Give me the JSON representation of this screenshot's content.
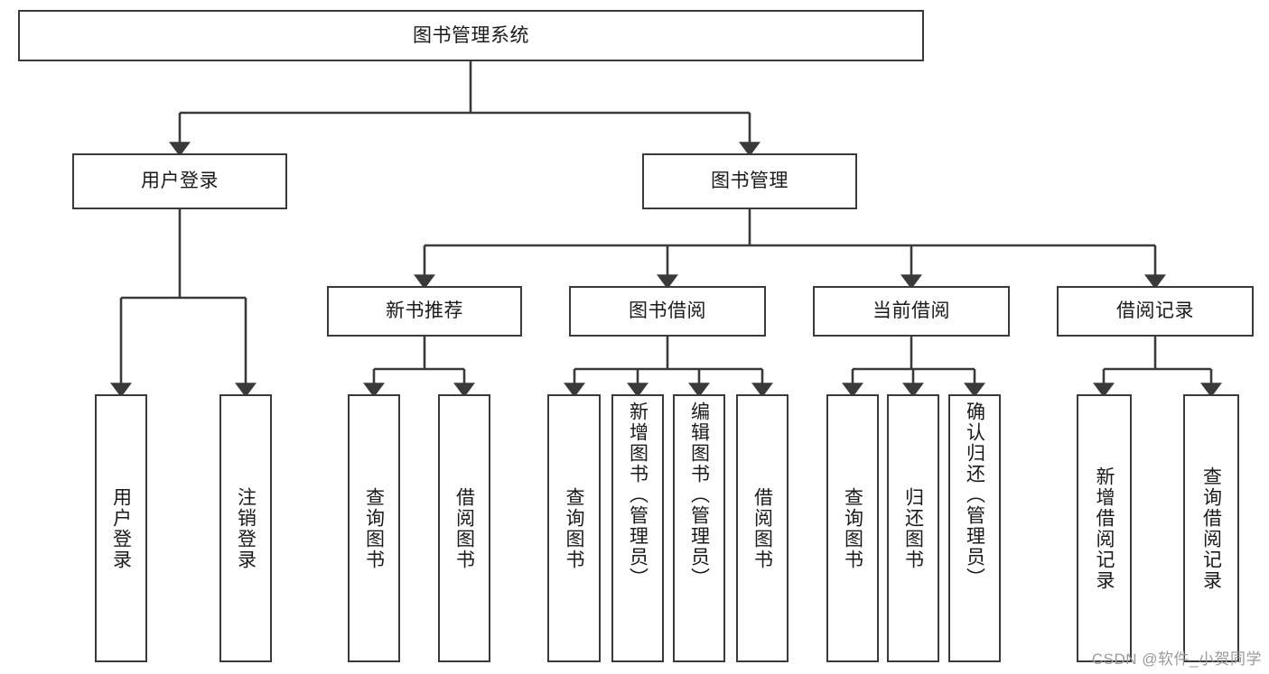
{
  "diagram": {
    "title": "图书管理系统",
    "type": "tree-hierarchy-diagram",
    "root": {
      "label": "图书管理系统"
    },
    "level2": [
      {
        "label": "用户登录"
      },
      {
        "label": "图书管理"
      }
    ],
    "level3": [
      {
        "label": "新书推荐"
      },
      {
        "label": "图书借阅"
      },
      {
        "label": "当前借阅"
      },
      {
        "label": "借阅记录"
      }
    ],
    "leaves": {
      "user_login": [
        {
          "label": "用户登录"
        },
        {
          "label": "注销登录"
        }
      ],
      "new_book_recommend": [
        {
          "label": "查询图书"
        },
        {
          "label": "借阅图书"
        }
      ],
      "book_borrow": [
        {
          "label": "查询图书"
        },
        {
          "label": "新增图书（管理员）"
        },
        {
          "label": "编辑图书（管理员）"
        },
        {
          "label": "借阅图书"
        }
      ],
      "current_borrow": [
        {
          "label": "查询图书"
        },
        {
          "label": "归还图书"
        },
        {
          "label": "确认归还（管理员）"
        }
      ],
      "borrow_record": [
        {
          "label": "新增借阅记录"
        },
        {
          "label": "查询借阅记录"
        }
      ]
    }
  },
  "watermark": {
    "text": "CSDN @软件_小贺同学"
  },
  "colors": {
    "box_border": "#3a3a3a",
    "connector": "#3a3a3a",
    "text": "#1a1a1a",
    "background": "#ffffff",
    "watermark": "#9a9a9a"
  }
}
